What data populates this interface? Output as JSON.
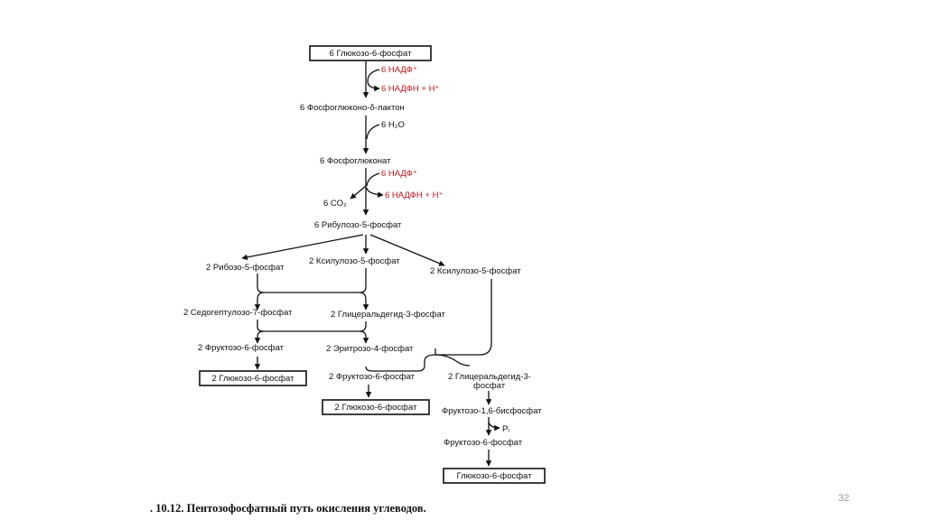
{
  "slide": {
    "page_number": "32",
    "caption": ". 10.12. Пентозофосфатный путь окисления углеводов."
  },
  "diagram": {
    "top_glucose": "6 Глюкозо-6-фосфат",
    "nadp_1": "6 НАДФ⁺",
    "nadph_1": "6 НАДФН + Н⁺",
    "phosphogluconolactone": "6 Фосфоглюконо-δ-лактон",
    "water": "6 Н₂О",
    "phosphogluconate": "6 Фосфоглюконат",
    "nadp_2": "6 НАДФ⁺",
    "co2": "6 СО₂",
    "nadph_2": "6 НАДФН + Н⁺",
    "ribulose": "6 Рибулозо-5-фосфат",
    "ribose": "2 Рибозо-5-фосфат",
    "xylulose_left": "2 Ксилулозо-5-фосфат",
    "xylulose_right": "2 Ксилулозо-5-фосфат",
    "sedoheptulose": "2 Седогептулозо-7-фосфат",
    "glyceraldehyde_1": "2 Глицеральдегид-3-фосфат",
    "fructose_left": "2 Фруктозо-6-фосфат",
    "erythrose": "2 Эритрозо-4-фосфат",
    "glucose_left": "2 Глюкозо-6-фосфат",
    "fructose_mid": "2 Фруктозо-6-фосфат",
    "glyceraldehyde_2_line1": "2 Глицеральдегид-3-",
    "glyceraldehyde_2_line2": "фосфат",
    "glucose_mid": "2 Глюкозо-6-фосфат",
    "fructose_bisphosphate": "Фруктозо-1,6-бисфосфат",
    "phosphate": "Pᵢ",
    "fructose_right": "Фруктозо-6-фосфат",
    "glucose_right": "Глюкозо-6-фосфат"
  }
}
